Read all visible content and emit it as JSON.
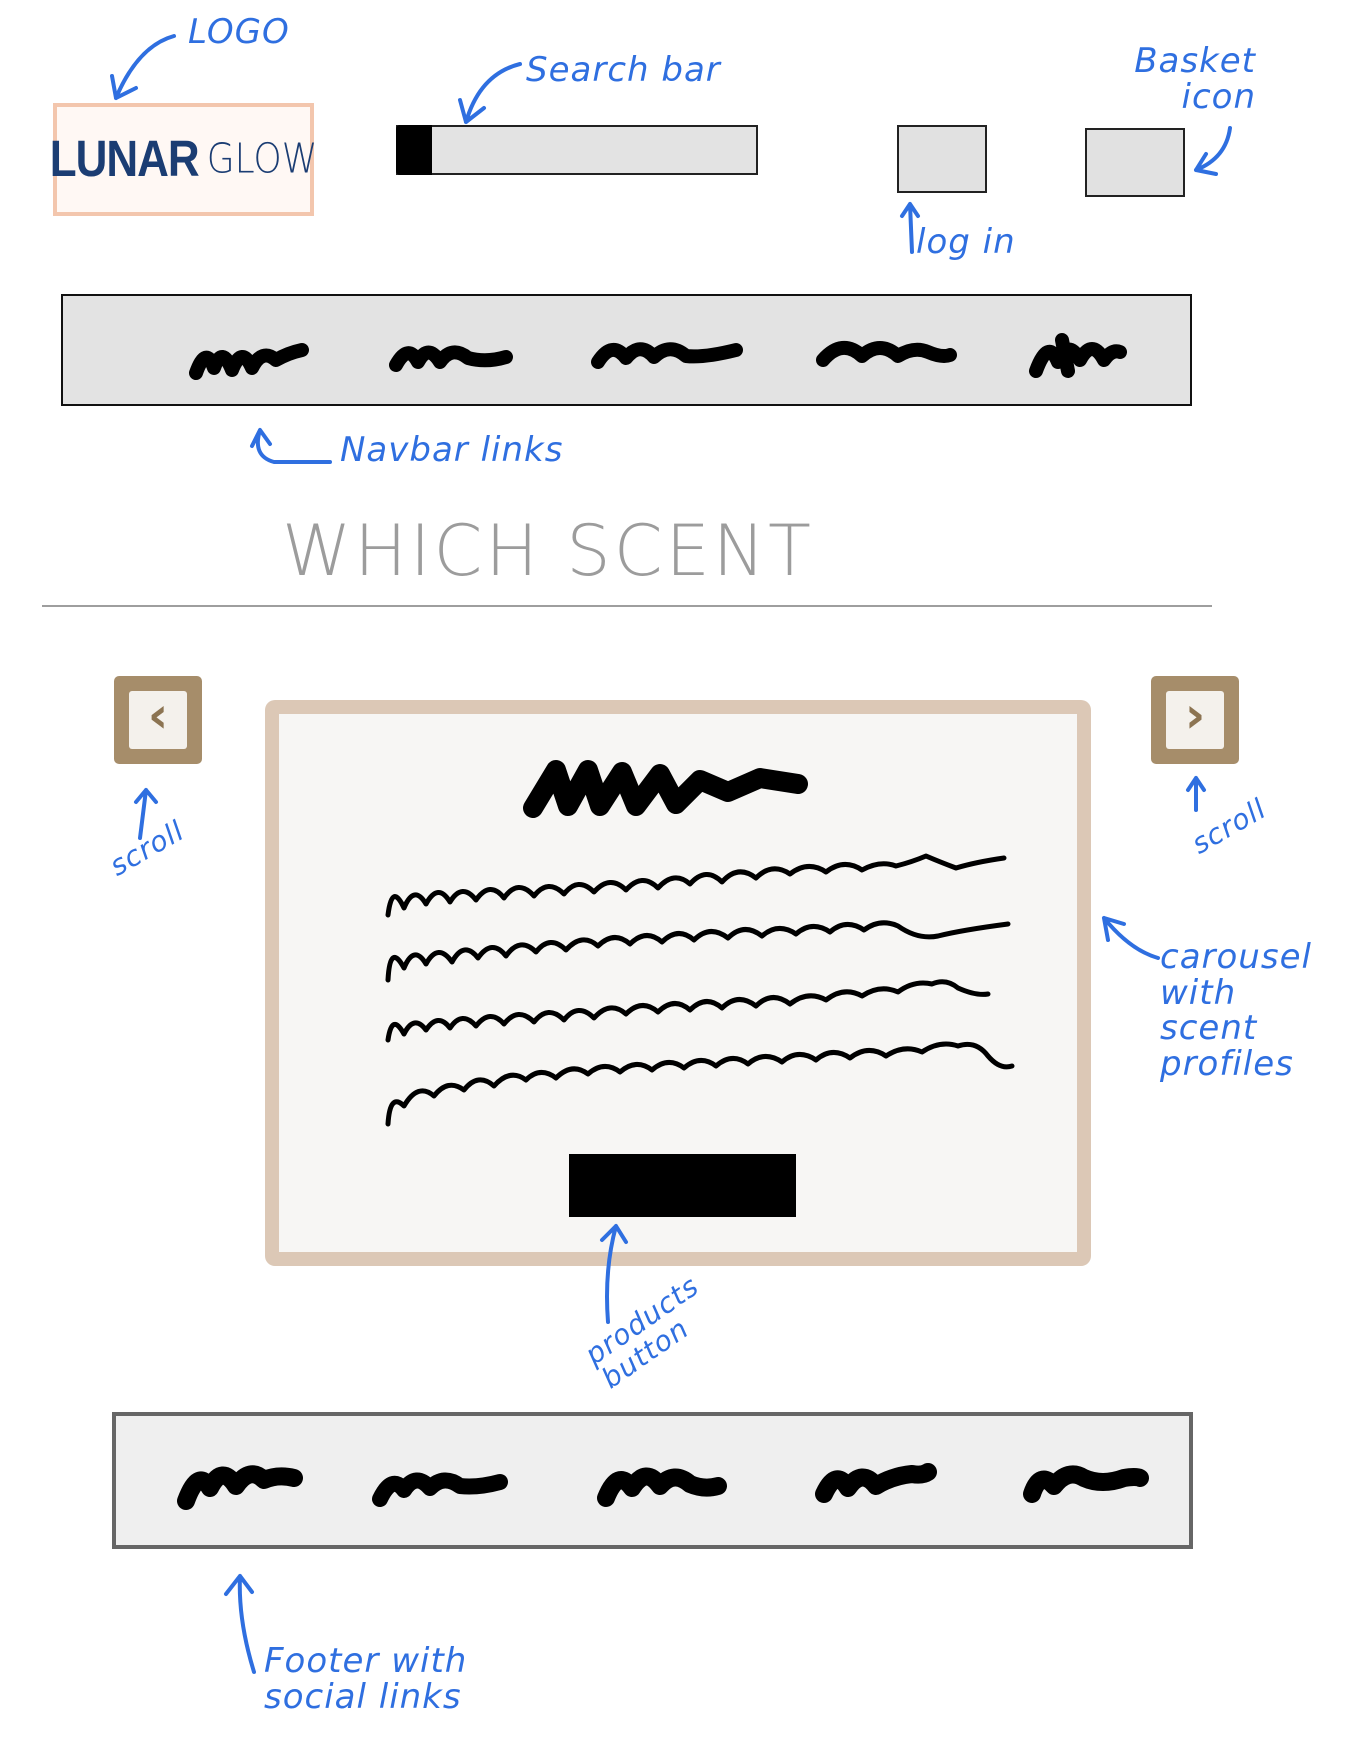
{
  "header": {
    "logo": {
      "primary": "LUNAR",
      "secondary": "GLOW"
    }
  },
  "heading": "WHICH SCENT",
  "annotations": {
    "logo": "LOGO",
    "search_bar": "Search bar",
    "basket_icon": "Basket icon",
    "login": "log in",
    "navbar_links": "Navbar links",
    "scroll_left": "scroll",
    "scroll_right": "scroll",
    "carousel": "carousel with scent profiles",
    "products_button": "products button",
    "footer": "Footer with social links"
  },
  "colors": {
    "annotation": "#2f6fe0",
    "logo_text": "#1b3d73",
    "logo_border": "#f3c6ad",
    "carousel_border": "#dcc8b6",
    "scroll_button": "#a68d6a",
    "placeholder_gray": "#e3e3e3",
    "heading_text": "#9c9c9c"
  },
  "icons": {
    "scroll_left": "chevron-left-icon",
    "scroll_right": "chevron-right-icon"
  }
}
